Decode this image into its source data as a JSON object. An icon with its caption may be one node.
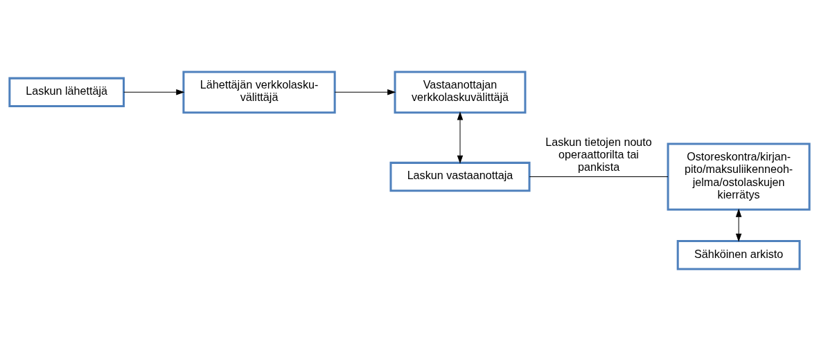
{
  "diagram": {
    "nodes": [
      {
        "text": [
          "Laskun lähettäjä"
        ]
      },
      {
        "text": [
          "Lähettäjän verkkolasku- välittäjä"
        ]
      },
      {
        "text": [
          "Vastaanottajan verkkolaskuvälittäjä"
        ]
      },
      {
        "text": [
          "Laskun vastaanottaja"
        ]
      },
      {
        "text": [
          "Ostoreskontra/kirjan- pito/maksuliikenneoh- jelma/ostolaskujen kierrätys"
        ]
      },
      {
        "text": [
          "Sähköinen arkisto"
        ]
      }
    ],
    "edges": [
      {
        "from": 0,
        "to": 1,
        "arrow": "to"
      },
      {
        "from": 1,
        "to": 2,
        "arrow": "to"
      },
      {
        "from": 2,
        "to": 3,
        "arrow": "both"
      },
      {
        "from": 3,
        "to": 4,
        "arrow": "none",
        "label": "Laskun tietojen nouto operaattorilta tai pankista"
      },
      {
        "from": 4,
        "to": 5,
        "arrow": "both"
      }
    ]
  }
}
